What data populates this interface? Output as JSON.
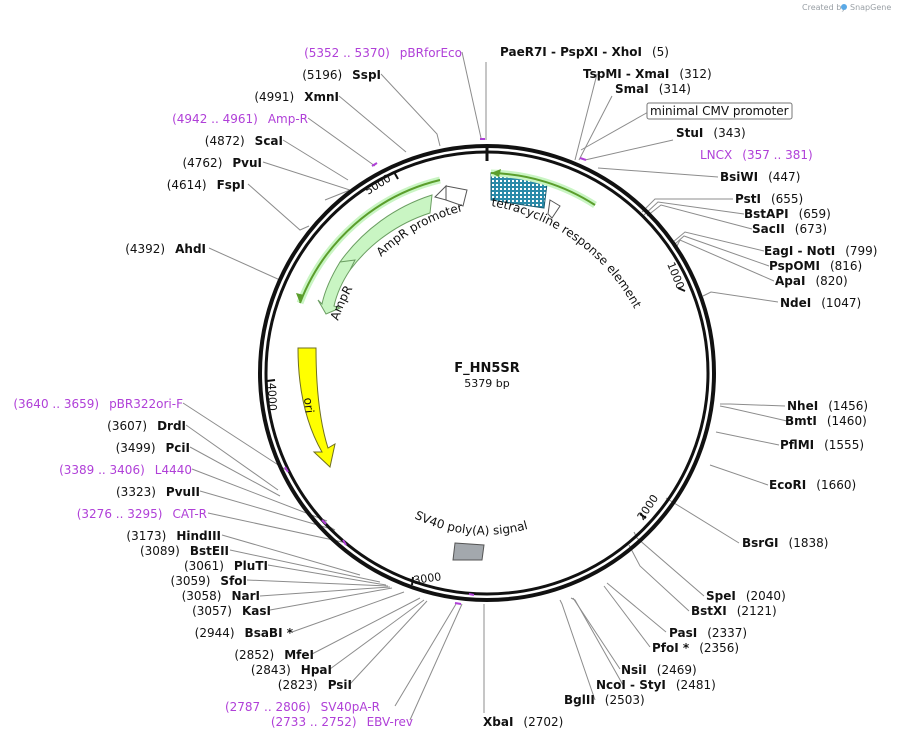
{
  "watermark": {
    "created_by": "Created by",
    "brand": "SnapGene"
  },
  "plasmid": {
    "name": "F_HN5SR",
    "size_label": "5379 bp",
    "total_bp": 5379
  },
  "ticks": [
    "1000",
    "2000",
    "3000",
    "4000",
    "5000"
  ],
  "sites": [
    {
      "enzyme": "PaeR7I - PspXI - XhoI",
      "pos": "(5)",
      "primer": false
    },
    {
      "enzyme": "TspMI - XmaI",
      "pos": "(312)",
      "primer": false
    },
    {
      "enzyme": "SmaI",
      "pos": "(314)",
      "primer": false
    },
    {
      "enzyme": "StuI",
      "pos": "(343)",
      "primer": false
    },
    {
      "enzyme": "LNCX",
      "pos": "(357 .. 381)",
      "primer": true
    },
    {
      "enzyme": "BsiWI",
      "pos": "(447)",
      "primer": false
    },
    {
      "enzyme": "PstI",
      "pos": "(655)",
      "primer": false
    },
    {
      "enzyme": "BstAPI",
      "pos": "(659)",
      "primer": false
    },
    {
      "enzyme": "SacII",
      "pos": "(673)",
      "primer": false
    },
    {
      "enzyme": "EagI - NotI",
      "pos": "(799)",
      "primer": false
    },
    {
      "enzyme": "PspOMI",
      "pos": "(816)",
      "primer": false
    },
    {
      "enzyme": "ApaI",
      "pos": "(820)",
      "primer": false
    },
    {
      "enzyme": "NdeI",
      "pos": "(1047)",
      "primer": false
    },
    {
      "enzyme": "NheI",
      "pos": "(1456)",
      "primer": false
    },
    {
      "enzyme": "BmtI",
      "pos": "(1460)",
      "primer": false
    },
    {
      "enzyme": "PflMI",
      "pos": "(1555)",
      "primer": false
    },
    {
      "enzyme": "EcoRI",
      "pos": "(1660)",
      "primer": false
    },
    {
      "enzyme": "BsrGI",
      "pos": "(1838)",
      "primer": false
    },
    {
      "enzyme": "SpeI",
      "pos": "(2040)",
      "primer": false
    },
    {
      "enzyme": "BstXI",
      "pos": "(2121)",
      "primer": false
    },
    {
      "enzyme": "PasI",
      "pos": "(2337)",
      "primer": false
    },
    {
      "enzyme": "PfoI *",
      "pos": "(2356)",
      "primer": false
    },
    {
      "enzyme": "NsiI",
      "pos": "(2469)",
      "primer": false
    },
    {
      "enzyme": "NcoI - StyI",
      "pos": "(2481)",
      "primer": false
    },
    {
      "enzyme": "BglII",
      "pos": "(2503)",
      "primer": false
    },
    {
      "enzyme": "XbaI",
      "pos": "(2702)",
      "primer": false
    },
    {
      "enzyme": "EBV-rev",
      "pos": "(2733 .. 2752)",
      "primer": true
    },
    {
      "enzyme": "SV40pA-R",
      "pos": "(2787 .. 2806)",
      "primer": true
    },
    {
      "enzyme": "PsiI",
      "pos": "(2823)",
      "primer": false
    },
    {
      "enzyme": "HpaI",
      "pos": "(2843)",
      "primer": false
    },
    {
      "enzyme": "MfeI",
      "pos": "(2852)",
      "primer": false
    },
    {
      "enzyme": "BsaBI *",
      "pos": "(2944)",
      "primer": false
    },
    {
      "enzyme": "KasI",
      "pos": "(3057)",
      "primer": false
    },
    {
      "enzyme": "NarI",
      "pos": "(3058)",
      "primer": false
    },
    {
      "enzyme": "SfoI",
      "pos": "(3059)",
      "primer": false
    },
    {
      "enzyme": "PluTI",
      "pos": "(3061)",
      "primer": false
    },
    {
      "enzyme": "BstEII",
      "pos": "(3089)",
      "primer": false
    },
    {
      "enzyme": "HindIII",
      "pos": "(3173)",
      "primer": false
    },
    {
      "enzyme": "CAT-R",
      "pos": "(3276 .. 3295)",
      "primer": true
    },
    {
      "enzyme": "PvuII",
      "pos": "(3323)",
      "primer": false
    },
    {
      "enzyme": "L4440",
      "pos": "(3389 .. 3406)",
      "primer": true
    },
    {
      "enzyme": "PciI",
      "pos": "(3499)",
      "primer": false
    },
    {
      "enzyme": "DrdI",
      "pos": "(3607)",
      "primer": false
    },
    {
      "enzyme": "pBR322ori-F",
      "pos": "(3640 .. 3659)",
      "primer": true
    },
    {
      "enzyme": "AhdI",
      "pos": "(4392)",
      "primer": false
    },
    {
      "enzyme": "FspI",
      "pos": "(4614)",
      "primer": false
    },
    {
      "enzyme": "PvuI",
      "pos": "(4762)",
      "primer": false
    },
    {
      "enzyme": "ScaI",
      "pos": "(4872)",
      "primer": false
    },
    {
      "enzyme": "Amp-R",
      "pos": "(4942 .. 4961)",
      "primer": true
    },
    {
      "enzyme": "XmnI",
      "pos": "(4991)",
      "primer": false
    },
    {
      "enzyme": "SspI",
      "pos": "(5196)",
      "primer": false
    },
    {
      "enzyme": "pBRforEco",
      "pos": "(5352 .. 5370)",
      "primer": true
    }
  ],
  "features": {
    "cmv_label": "minimal CMV promoter",
    "tre_label": "tetracycline response element",
    "ampr_promoter_label": "AmpR promoter",
    "ampr_label": "AmpR",
    "ori_label": "ori",
    "sv40_label": "SV40 poly(A) signal"
  },
  "colors": {
    "backbone": "#111111",
    "primer": "#b040d8",
    "ampr_fill": "#c9f5c3",
    "ori_fill": "#ffff00",
    "tre_fill": "#2a8aa8",
    "sv40_fill": "#a3a8ad",
    "primer_bind": "#5b9e2c",
    "leader": "#8c8c8c"
  }
}
